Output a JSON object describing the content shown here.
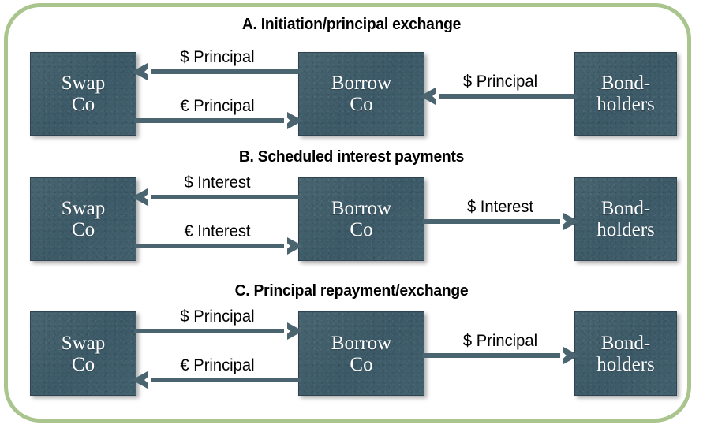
{
  "frame": {
    "border_color": "#a9c48c",
    "box_fill_color": "#3f5d6a",
    "arrow_color": "#4a6570"
  },
  "entities": {
    "swap": {
      "line1": "Swap",
      "line2": "Co"
    },
    "borrow": {
      "line1": "Borrow",
      "line2": "Co"
    },
    "bond": {
      "line1": "Bond-",
      "line2": "holders"
    }
  },
  "sections": [
    {
      "id": "A",
      "title": "A. Initiation/principal exchange",
      "flows": [
        {
          "label": "$ Principal",
          "from": "borrow",
          "to": "swap",
          "direction": "left"
        },
        {
          "label": "€ Principal",
          "from": "swap",
          "to": "borrow",
          "direction": "right"
        },
        {
          "label": "$ Principal",
          "from": "bond",
          "to": "borrow",
          "direction": "left"
        }
      ]
    },
    {
      "id": "B",
      "title": "B. Scheduled interest payments",
      "flows": [
        {
          "label": "$ Interest",
          "from": "borrow",
          "to": "swap",
          "direction": "left"
        },
        {
          "label": "€ Interest",
          "from": "swap",
          "to": "borrow",
          "direction": "right"
        },
        {
          "label": "$ Interest",
          "from": "borrow",
          "to": "bond",
          "direction": "right"
        }
      ]
    },
    {
      "id": "C",
      "title": "C. Principal repayment/exchange",
      "flows": [
        {
          "label": "$ Principal",
          "from": "swap",
          "to": "borrow",
          "direction": "right"
        },
        {
          "label": "€ Principal",
          "from": "borrow",
          "to": "swap",
          "direction": "left"
        },
        {
          "label": "$ Principal",
          "from": "borrow",
          "to": "bond",
          "direction": "right"
        }
      ]
    }
  ]
}
